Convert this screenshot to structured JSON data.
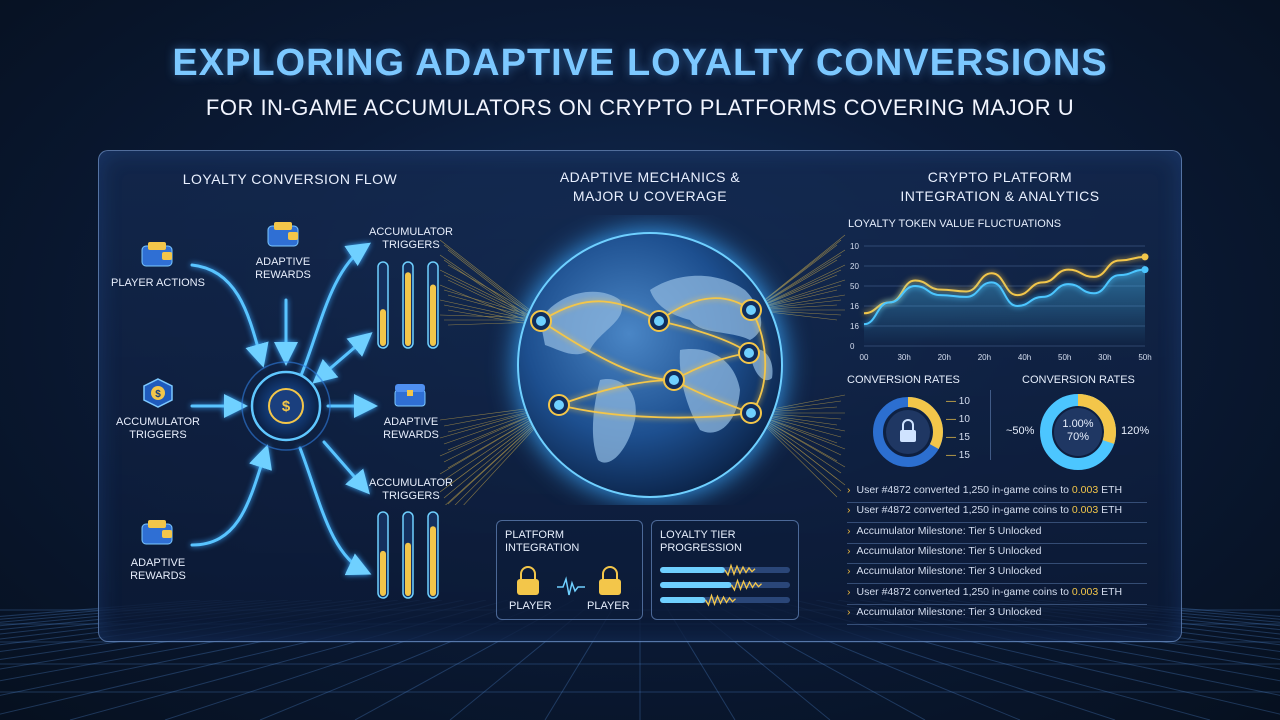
{
  "header": {
    "title": "EXPLORING ADAPTIVE LOYALTY CONVERSIONS",
    "subtitle": "FOR IN-GAME ACCUMULATORS ON CRYPTO PLATFORMS COVERING MAJOR U"
  },
  "flow": {
    "heading": "LOYALTY CONVERSION FLOW",
    "player_actions": "PLAYER ACTIONS",
    "adaptive_rewards_top": "ADAPTIVE REWARDS",
    "accumulator_triggers_left": "ACCUMULATOR TRIGGERS",
    "adaptive_rewards_bottom": "ADAPTIVE REWARDS",
    "accumulator_triggers_top": "ACCUMULATOR TRIGGERS",
    "adaptive_rewards_right": "ADAPTIVE REWARDS",
    "accumulator_triggers_bottom": "ACCUMULATOR TRIGGERS",
    "bars_top": [
      0.45,
      0.9,
      0.75
    ],
    "bars_bottom": [
      0.55,
      0.65,
      0.85
    ]
  },
  "center": {
    "heading_line1": "ADAPTIVE MECHANICS &",
    "heading_line2": "MAJOR U COVERAGE",
    "platform_integration": {
      "title_line1": "PLATFORM",
      "title_line2": "INTEGRATION",
      "left_label": "PLAYER",
      "right_label": "PLAYER"
    },
    "loyalty_tier": {
      "title_line1": "LOYALTY TIER",
      "title_line2": "PROGRESSION",
      "levels": [
        0.5,
        0.55,
        0.35
      ]
    }
  },
  "analytics": {
    "heading_line1": "CRYPTO PLATFORM",
    "heading_line2": "INTEGRATION & ANALYTICS",
    "line_chart_title": "LOYALTY TOKEN VALUE FLUCTUATIONS",
    "donut_left_title": "CONVERSION RATES",
    "donut_right_title": "CONVERSION RATES",
    "donut_left_legend": [
      "10",
      "10",
      "15",
      "15"
    ],
    "donut_left_fill": 0.33,
    "donut_right_fill": 0.7,
    "donut_right_left_label": "~50%",
    "donut_right_right_label": "120%",
    "donut_right_center_1": "1.00%",
    "donut_right_center_2": "70%",
    "accent_gold": "#f3c64a",
    "accent_blue": "#4cc6ff"
  },
  "chart_data": {
    "type": "line",
    "title": "LOYALTY TOKEN VALUE FLUCTUATIONS",
    "x_tick_labels": [
      "00",
      "30h",
      "20h",
      "20h",
      "40h",
      "50h",
      "30h",
      "50h"
    ],
    "y_tick_labels": [
      "0",
      "16",
      "16",
      "50",
      "20",
      "10"
    ],
    "series": [
      {
        "values": [
          18,
          24,
          36,
          31,
          30,
          40,
          28,
          35,
          42,
          38,
          47,
          49
        ]
      },
      {
        "values": [
          12,
          24,
          33,
          28,
          27,
          35,
          22,
          27,
          34,
          29,
          39,
          42
        ]
      }
    ]
  },
  "feed": {
    "items": [
      {
        "text": "User #4872 converted 1,250 in-game coins to ",
        "highlight": "0.003",
        "suffix": " ETH"
      },
      {
        "text": "User #4872 converted 1,250 in-game coins to ",
        "highlight": "0.003",
        "suffix": " ETH"
      },
      {
        "text": "Accumulator Milestone: Tier 5 Unlocked",
        "highlight": "",
        "suffix": ""
      },
      {
        "text": "Accumulator Milestone: Tier 5 Unlocked",
        "highlight": "",
        "suffix": ""
      },
      {
        "text": "Accumulator Milestone: Tier 3 Unlocked",
        "highlight": "",
        "suffix": ""
      },
      {
        "text": "User #4872 converted 1,250 in-game coins to ",
        "highlight": "0.003",
        "suffix": " ETH"
      },
      {
        "text": "Accumulator Milestone: Tier 3 Unlocked",
        "highlight": "",
        "suffix": ""
      }
    ]
  }
}
